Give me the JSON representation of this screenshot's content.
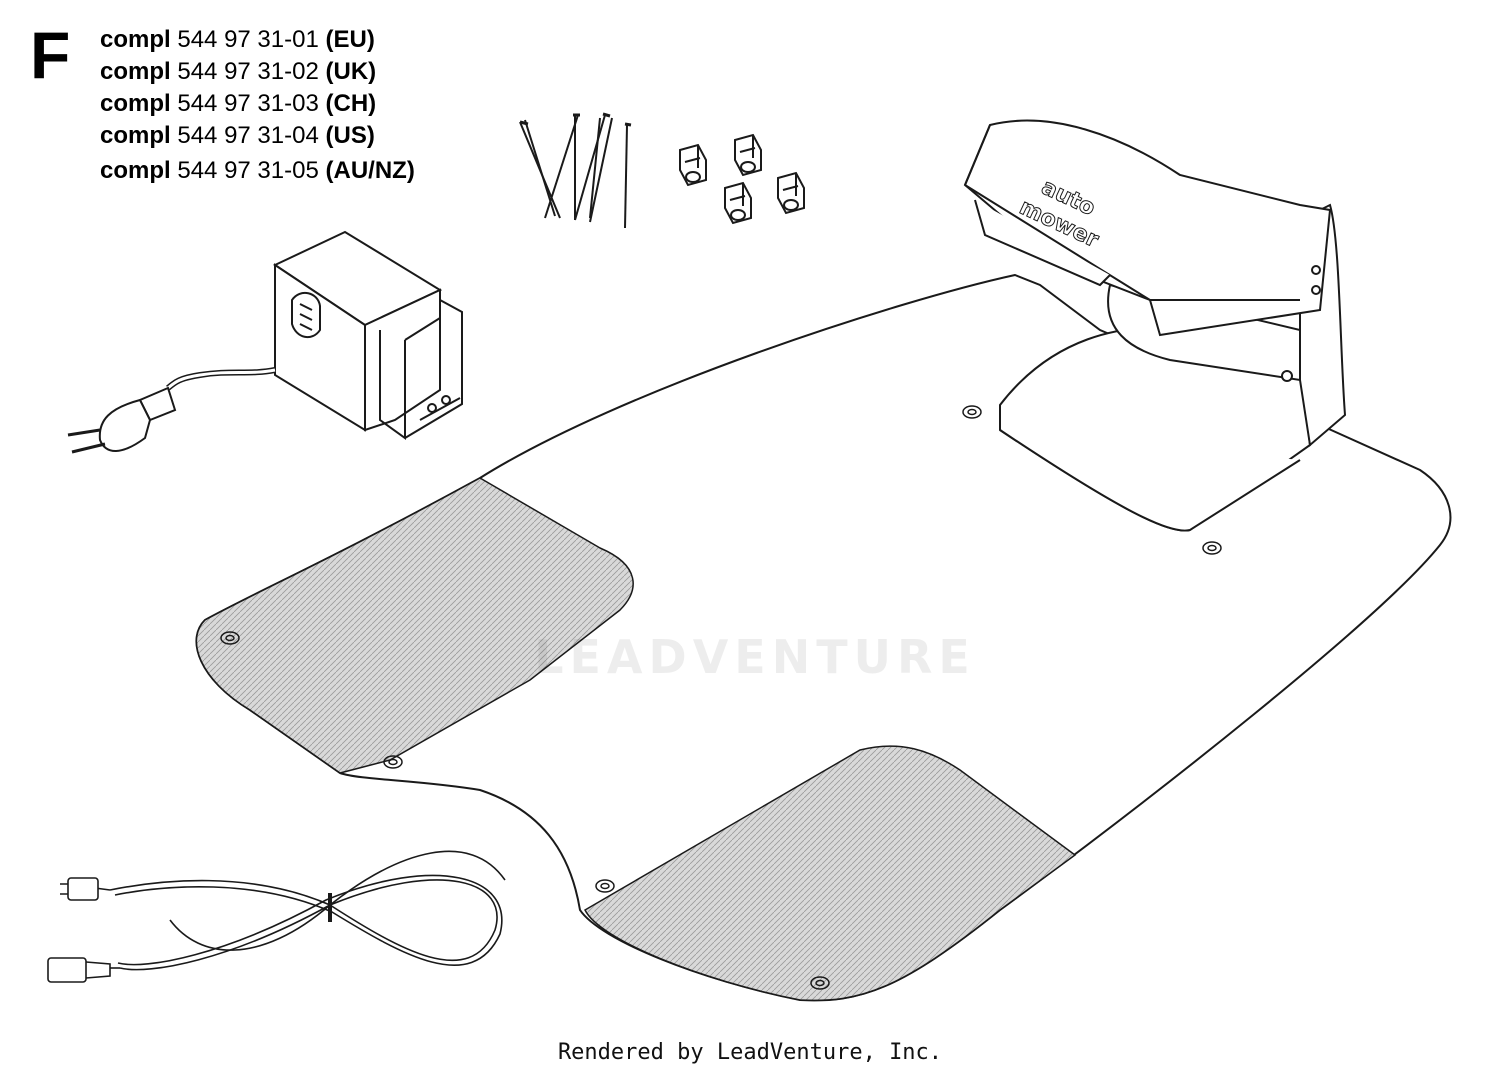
{
  "section_letter": "F",
  "parts": [
    {
      "kw": "compl",
      "num": "544 97 31-01",
      "region": "(EU)"
    },
    {
      "kw": "compl",
      "num": "544 97 31-02",
      "region": "(UK)"
    },
    {
      "kw": "compl",
      "num": "544 97 31-03",
      "region": "(CH)"
    },
    {
      "kw": "compl",
      "num": "544 97 31-04",
      "region": "(US)"
    },
    {
      "kw": "compl",
      "num": "544 97 31-05",
      "region": "(AU/NZ)"
    }
  ],
  "station_label_line1": "auto",
  "station_label_line2": "mower",
  "watermark": "LEADVENTURE",
  "footer": "Rendered by LeadVenture, Inc.",
  "colors": {
    "line": "#1a1a1a",
    "shade": "#cfcfcf",
    "watermark": "#e6e6e6"
  }
}
